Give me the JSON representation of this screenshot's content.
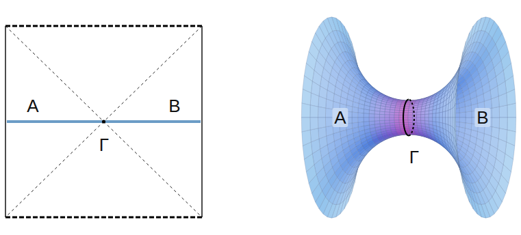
{
  "diagram": {
    "labels": [
      "A",
      "B",
      "Γ",
      "A",
      "B",
      "Γ"
    ]
  }
}
